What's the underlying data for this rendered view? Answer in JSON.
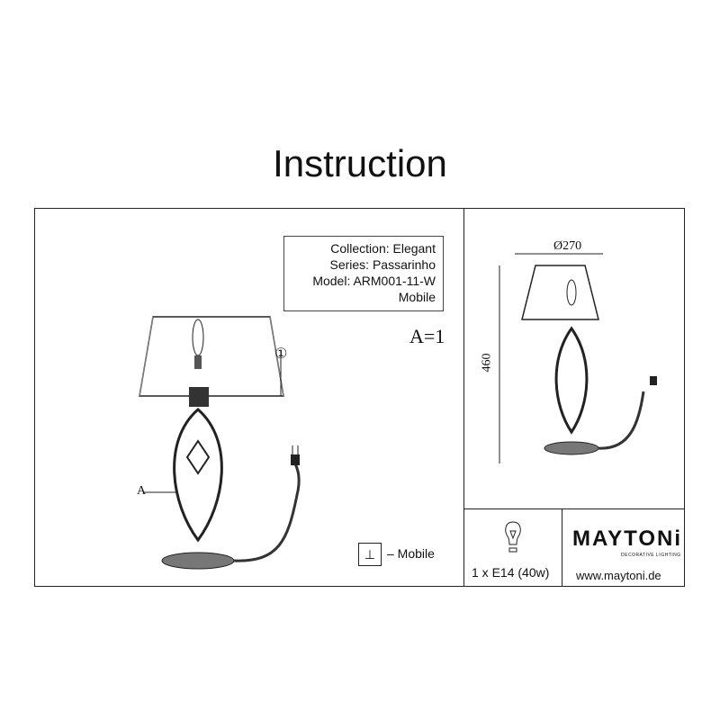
{
  "title": "Instruction",
  "info": {
    "collection": "Collection: Elegant",
    "series": "Series: Passarinho",
    "model": "Model: ARM001-11-W",
    "type": "Mobile"
  },
  "assembly": {
    "parts_count": "A=1",
    "step": "①",
    "part_label": "A"
  },
  "dimensions": {
    "diameter": "Ø270",
    "height": "460"
  },
  "mobile": {
    "label": "– Mobile"
  },
  "bulb": {
    "label": "1 x E14 (40w)",
    "icon": "bulb-icon"
  },
  "brand": {
    "name": "MAYTONi",
    "tagline": "DECORATIVE LIGHTING",
    "url": "www.maytoni.de"
  }
}
